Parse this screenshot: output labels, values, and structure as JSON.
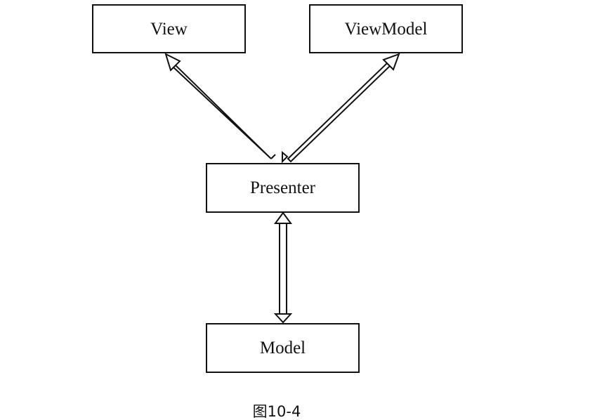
{
  "diagram": {
    "nodes": {
      "view": "View",
      "viewmodel": "ViewModel",
      "presenter": "Presenter",
      "model": "Model"
    },
    "edges": [
      {
        "from": "presenter",
        "to": "view",
        "direction": "to-view"
      },
      {
        "from": "presenter",
        "to": "viewmodel",
        "direction": "both"
      },
      {
        "from": "presenter",
        "to": "model",
        "direction": "both"
      }
    ],
    "caption": "图10-4"
  }
}
